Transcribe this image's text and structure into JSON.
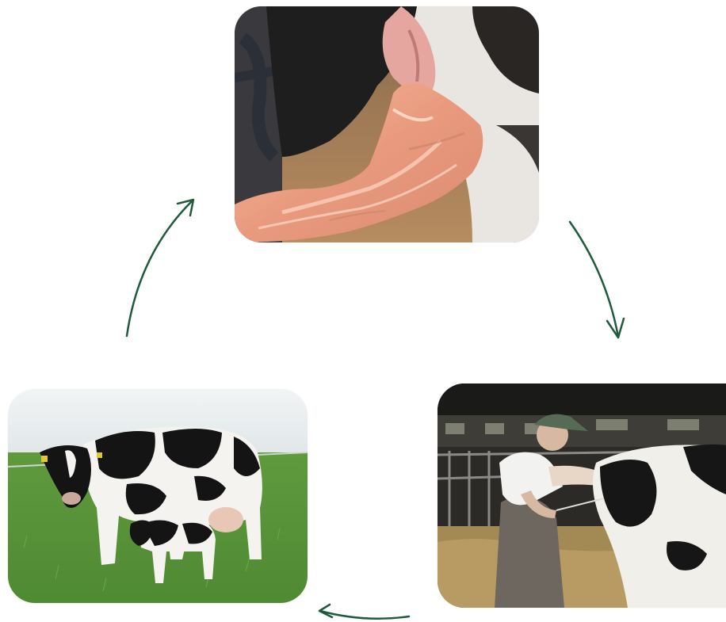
{
  "diagram": {
    "type": "cycle",
    "arrow_color": "#1e5a3c",
    "stages": [
      {
        "id": "top",
        "image": "cow-birth-amniotic-sac-photo"
      },
      {
        "id": "right",
        "image": "farmer-inseminating-cow-photo"
      },
      {
        "id": "left",
        "image": "cow-with-calf-on-pasture-photo"
      }
    ],
    "arrows": [
      {
        "from": "top",
        "to": "right"
      },
      {
        "from": "right",
        "to": "left"
      },
      {
        "from": "left",
        "to": "top"
      }
    ]
  }
}
